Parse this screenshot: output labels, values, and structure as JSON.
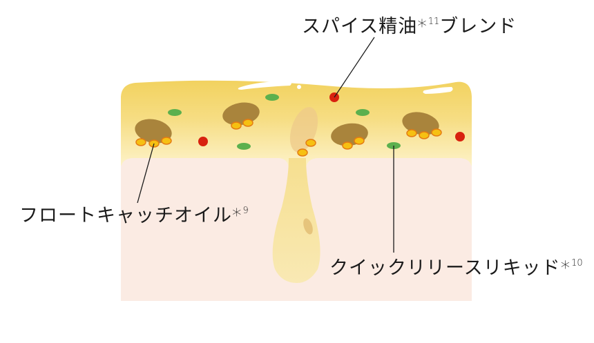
{
  "labels": {
    "spice_blend": {
      "text": "スパイス精油*",
      "sup": "11",
      "suffix": "ブレンド"
    },
    "float_catch": {
      "text": "フロートキャッチオイル*",
      "sup": "9"
    },
    "quick_release": {
      "text": "クイックリリースリキッド*",
      "sup": "10"
    }
  },
  "colors": {
    "skin": "#fbebe3",
    "oil_layer_top": "#f3d46c",
    "oil_layer_bottom": "#fdf0c4",
    "sebum_blob": "#a9843c",
    "float_capsule": "#f6c012",
    "float_capsule_stroke": "#e47b12",
    "green_particle": "#5cb04e",
    "red_spice_particle": "#d8210f",
    "pore_fill": "#f7e3a0",
    "highlight": "#ffffff",
    "leader_line": "#1a1a1a"
  }
}
